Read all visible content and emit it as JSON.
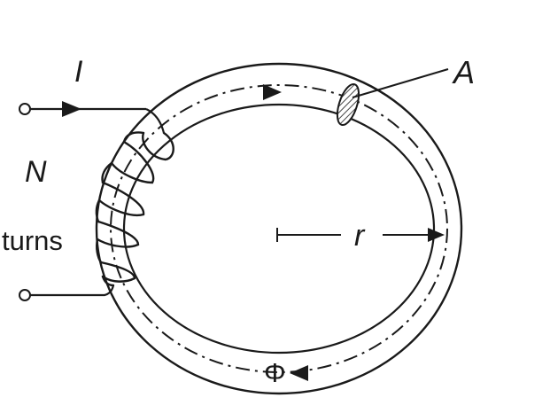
{
  "labels": {
    "current": "I",
    "area": "A",
    "radius": "r",
    "turns_symbol": "N",
    "turns_word": "turns",
    "flux": "Φ"
  },
  "colors": {
    "ink": "#1a1a1a",
    "background": "#ffffff"
  }
}
